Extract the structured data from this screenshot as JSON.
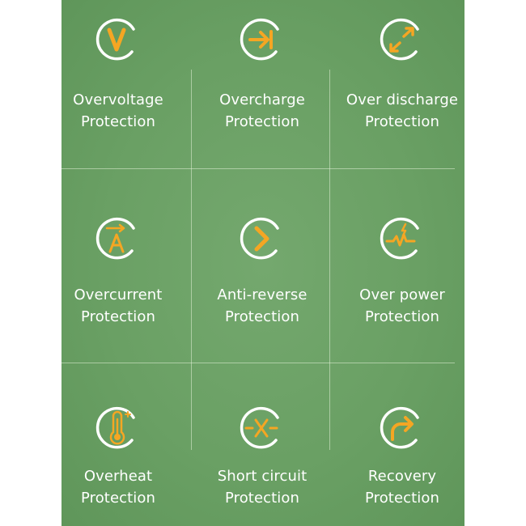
{
  "colors": {
    "background": "#6aa064",
    "icon_accent": "#f5a623",
    "icon_ring": "#ffffff",
    "text": "#ffffff"
  },
  "items": [
    {
      "icon": "overvoltage-icon",
      "line1": "Overvoltage",
      "line2": "Protection"
    },
    {
      "icon": "overcharge-icon",
      "line1": "Overcharge",
      "line2": "Protection"
    },
    {
      "icon": "over-discharge-icon",
      "line1": "Over discharge",
      "line2": "Protection"
    },
    {
      "icon": "overcurrent-icon",
      "line1": "Overcurrent",
      "line2": "Protection"
    },
    {
      "icon": "anti-reverse-icon",
      "line1": "Anti-reverse",
      "line2": "Protection"
    },
    {
      "icon": "over-power-icon",
      "line1": "Over power",
      "line2": "Protection"
    },
    {
      "icon": "overheat-icon",
      "line1": "Overheat",
      "line2": "Protection"
    },
    {
      "icon": "short-circuit-icon",
      "line1": "Short circuit",
      "line2": "Protection"
    },
    {
      "icon": "recovery-icon",
      "line1": "Recovery",
      "line2": "Protection"
    }
  ]
}
